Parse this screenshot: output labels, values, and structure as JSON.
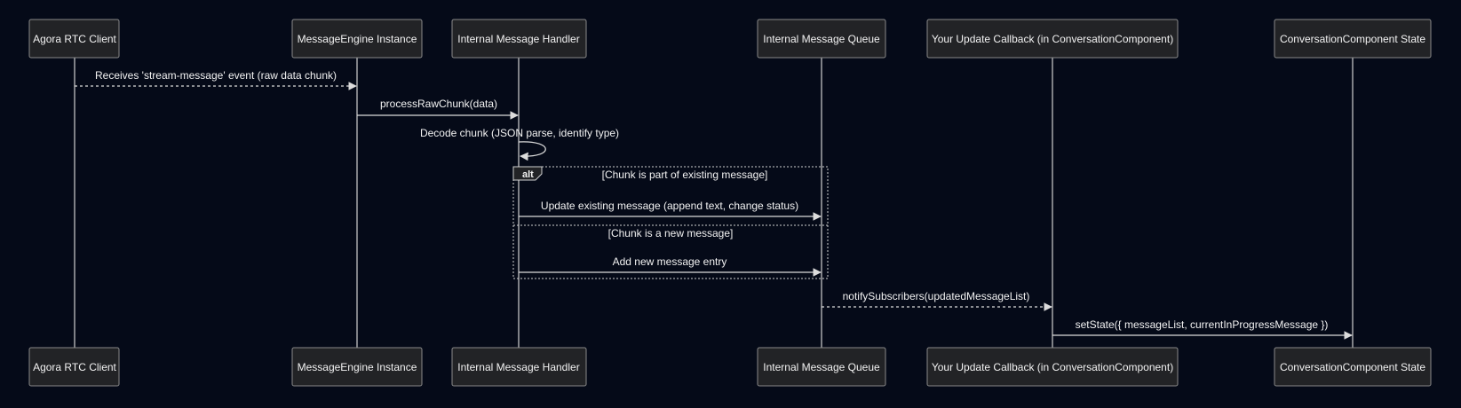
{
  "actors": [
    {
      "id": "client",
      "label": "Agora RTC Client"
    },
    {
      "id": "engine",
      "label": "MessageEngine Instance"
    },
    {
      "id": "handler",
      "label": "Internal Message Handler"
    },
    {
      "id": "queue",
      "label": "Internal Message Queue"
    },
    {
      "id": "callback",
      "label": "Your Update Callback (in ConversationComponent)"
    },
    {
      "id": "state",
      "label": "ConversationComponent State"
    }
  ],
  "messages": [
    {
      "from": "client",
      "to": "engine",
      "label": "Receives 'stream-message' event (raw data chunk)",
      "style": "dotted"
    },
    {
      "from": "engine",
      "to": "handler",
      "label": "processRawChunk(data)",
      "style": "solid"
    },
    {
      "from": "handler",
      "to": "handler",
      "label": "Decode chunk (JSON parse, identify type)",
      "style": "solid"
    },
    {
      "from": "handler",
      "to": "queue",
      "label": "Update existing message (append text, change status)",
      "style": "solid"
    },
    {
      "from": "handler",
      "to": "queue",
      "label": "Add new message entry",
      "style": "solid"
    },
    {
      "from": "queue",
      "to": "callback",
      "label": "notifySubscribers(updatedMessageList)",
      "style": "dotted"
    },
    {
      "from": "callback",
      "to": "state",
      "label": "setState({ messageList, currentInProgressMessage })",
      "style": "solid"
    }
  ],
  "alt_block": {
    "keyword": "alt",
    "condition_1": "[Chunk is part of existing message]",
    "condition_2": "[Chunk is a new message]"
  },
  "colors": {
    "background": "#050a18",
    "actor_fill": "#222326",
    "line": "#dcdcdc",
    "text": "#f2f2f2"
  }
}
